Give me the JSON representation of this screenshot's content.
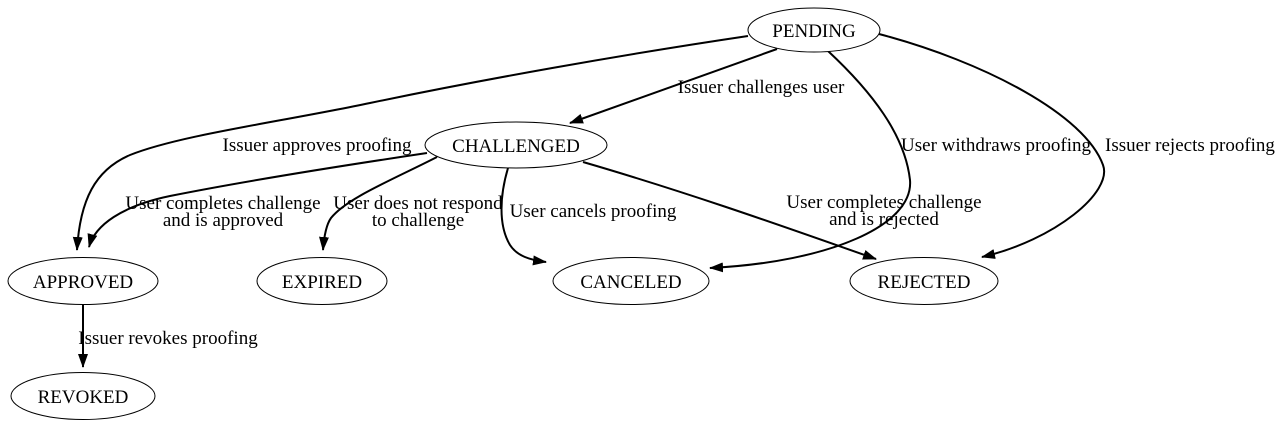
{
  "diagram": {
    "colors": {
      "background": "#ffffff",
      "stroke": "#000000",
      "text": "#000000",
      "node_fill": "#ffffff"
    },
    "nodes": {
      "pending": {
        "label": "PENDING"
      },
      "challenged": {
        "label": "CHALLENGED"
      },
      "approved": {
        "label": "APPROVED"
      },
      "expired": {
        "label": "EXPIRED"
      },
      "canceled": {
        "label": "CANCELED"
      },
      "rejected": {
        "label": "REJECTED"
      },
      "revoked": {
        "label": "REVOKED"
      }
    },
    "edges": {
      "pending_challenged": {
        "label": "Issuer challenges user"
      },
      "pending_approved": {
        "label": "Issuer approves proofing"
      },
      "pending_canceled": {
        "label": "User withdraws proofing"
      },
      "pending_rejected": {
        "label": "Issuer rejects proofing"
      },
      "challenged_approved": {
        "label_line1": "User completes challenge",
        "label_line2": "and is approved"
      },
      "challenged_expired": {
        "label_line1": "User does not respond",
        "label_line2": "to challenge"
      },
      "challenged_canceled": {
        "label": "User cancels proofing"
      },
      "challenged_rejected": {
        "label_line1": "User completes challenge",
        "label_line2": "and is rejected"
      },
      "approved_revoked": {
        "label": "Issuer revokes proofing"
      }
    }
  }
}
